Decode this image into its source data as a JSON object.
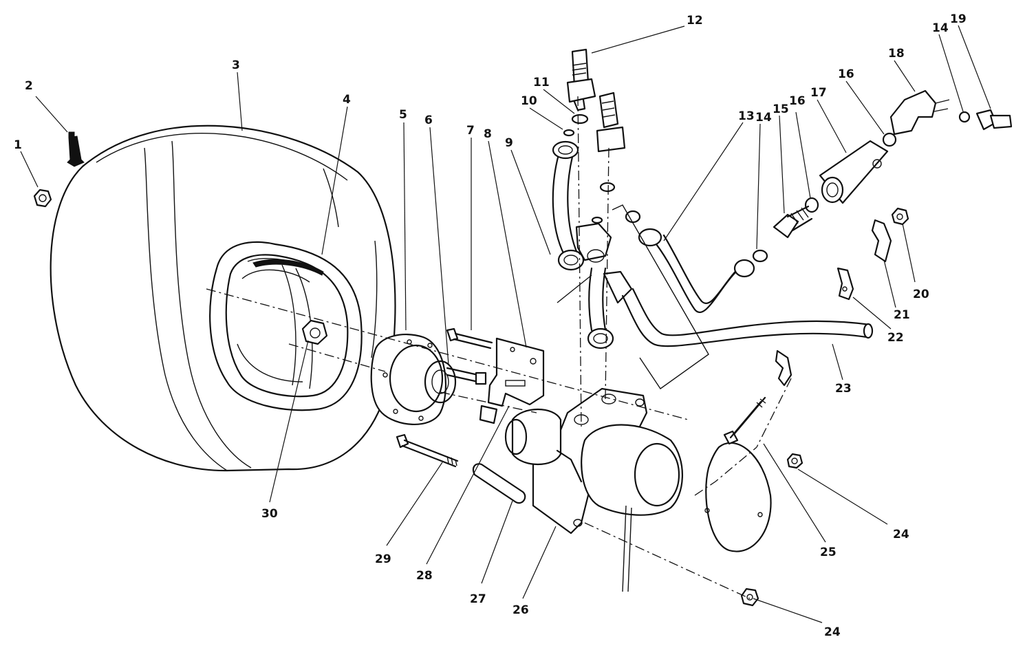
{
  "diagram": {
    "type": "exploded-parts-view",
    "callouts": [
      {
        "id": "c1",
        "label": "1"
      },
      {
        "id": "c2",
        "label": "2"
      },
      {
        "id": "c3",
        "label": "3"
      },
      {
        "id": "c4",
        "label": "4"
      },
      {
        "id": "c5",
        "label": "5"
      },
      {
        "id": "c6",
        "label": "6"
      },
      {
        "id": "c7",
        "label": "7"
      },
      {
        "id": "c8",
        "label": "8"
      },
      {
        "id": "c9",
        "label": "9"
      },
      {
        "id": "c10",
        "label": "10"
      },
      {
        "id": "c11",
        "label": "11"
      },
      {
        "id": "c12",
        "label": "12"
      },
      {
        "id": "c13",
        "label": "13"
      },
      {
        "id": "c14a",
        "label": "14"
      },
      {
        "id": "c14b",
        "label": "14"
      },
      {
        "id": "c15",
        "label": "15"
      },
      {
        "id": "c16a",
        "label": "16"
      },
      {
        "id": "c16b",
        "label": "16"
      },
      {
        "id": "c17",
        "label": "17"
      },
      {
        "id": "c18",
        "label": "18"
      },
      {
        "id": "c19",
        "label": "19"
      },
      {
        "id": "c20",
        "label": "20"
      },
      {
        "id": "c21",
        "label": "21"
      },
      {
        "id": "c22",
        "label": "22"
      },
      {
        "id": "c23",
        "label": "23"
      },
      {
        "id": "c24a",
        "label": "24"
      },
      {
        "id": "c24b",
        "label": "24"
      },
      {
        "id": "c25",
        "label": "25"
      },
      {
        "id": "c26",
        "label": "26"
      },
      {
        "id": "c27",
        "label": "27"
      },
      {
        "id": "c28",
        "label": "28"
      },
      {
        "id": "c29",
        "label": "29"
      },
      {
        "id": "c30",
        "label": "30"
      }
    ]
  }
}
